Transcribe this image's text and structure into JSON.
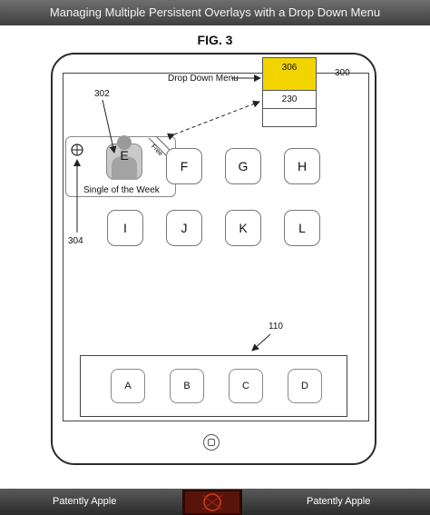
{
  "header": {
    "title": "Managing Multiple Persistent Overlays with a Drop Down Menu"
  },
  "figure": {
    "label": "FIG. 3"
  },
  "drop_down": {
    "label": "Drop Down Menu",
    "items": [
      "306",
      "230",
      ""
    ],
    "highlight_color": "#f2d500"
  },
  "refs": {
    "r300": "300",
    "r302": "302",
    "r304": "304",
    "r110": "110"
  },
  "overlay": {
    "caption": "Single of the Week",
    "ribbon": "Free"
  },
  "grid_keys": [
    "E",
    "F",
    "G",
    "H",
    "I",
    "J",
    "K",
    "L"
  ],
  "dock_keys": [
    "A",
    "B",
    "C",
    "D"
  ],
  "footer": {
    "left": "Patently Apple",
    "right": "Patently Apple"
  }
}
